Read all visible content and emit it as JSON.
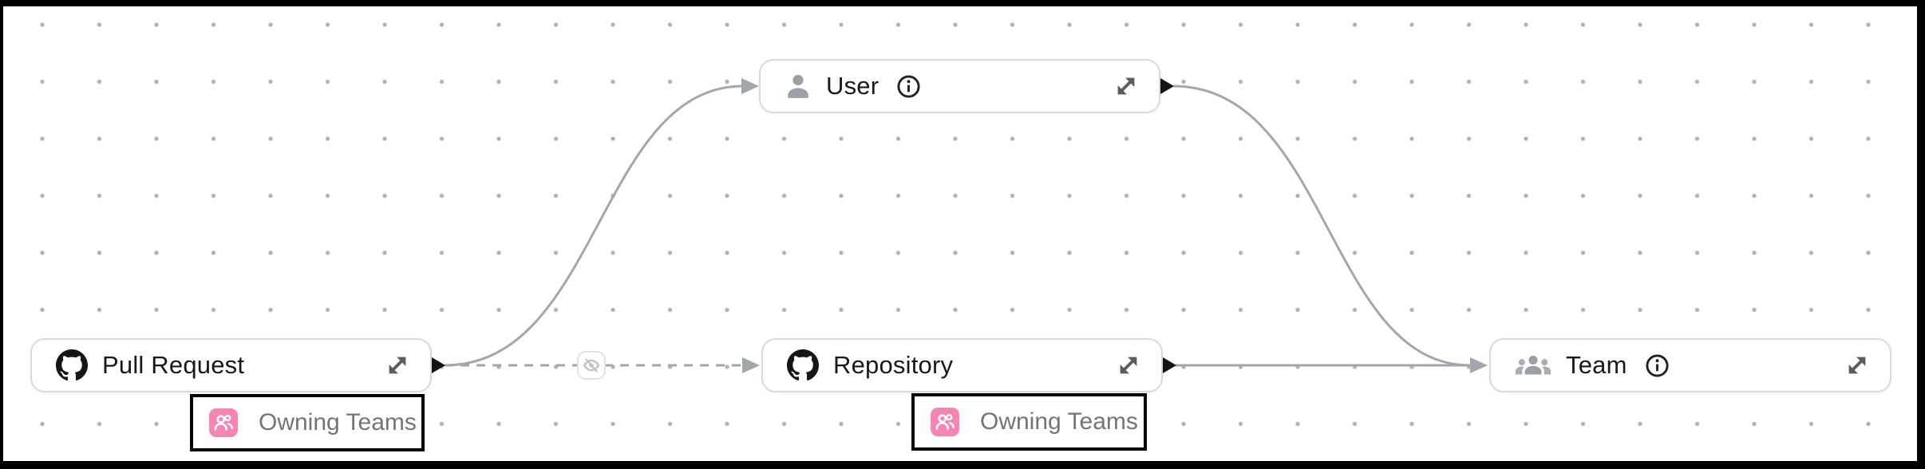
{
  "diagram": {
    "nodes": [
      {
        "id": "pull-request",
        "label": "Pull Request",
        "icon": "github-icon",
        "has_info": false,
        "has_expand": true
      },
      {
        "id": "user",
        "label": "User",
        "icon": "person-icon",
        "has_info": true,
        "has_expand": true
      },
      {
        "id": "repository",
        "label": "Repository",
        "icon": "github-icon",
        "has_info": false,
        "has_expand": true
      },
      {
        "id": "team",
        "label": "Team",
        "icon": "group-icon",
        "has_info": true,
        "has_expand": true
      }
    ],
    "edges": [
      {
        "from": "Pull Request",
        "to": "User",
        "style": "solid",
        "marker": "arrow"
      },
      {
        "from": "Pull Request",
        "to": "Repository",
        "style": "dashed",
        "marker": "arrow",
        "badge": "eye-off-icon"
      },
      {
        "from": "Repository",
        "to": "Team",
        "style": "solid",
        "marker": "arrow"
      },
      {
        "from": "User",
        "to": "Team",
        "style": "solid",
        "marker": "arrow"
      }
    ],
    "edge_labels": [
      {
        "text": "Owning Teams",
        "icon": "owning-teams-icon",
        "attached_under": "Pull Request"
      },
      {
        "text": "Owning Teams",
        "icon": "owning-teams-icon",
        "attached_under": "Repository"
      }
    ],
    "icons": {
      "github-icon": "GitHub octocat mark",
      "person-icon": "single user silhouette",
      "group-icon": "three-person team silhouette",
      "info-icon": "circled letter i",
      "expand-icon": "diagonal resize double arrow",
      "eye-off-icon": "hidden / visibility-off eye with slash",
      "owning-teams-icon": "two-person team glyph on pink tile"
    },
    "colors": {
      "edge": "#a3a6ad",
      "node_border": "#d9d9dc",
      "node_text": "#19191c",
      "label_border": "#050505",
      "label_text": "#747478",
      "pink_icon_bg": "#f585b3",
      "handle": "#141414",
      "grid_dot": "#b1b1b5",
      "frame": "#000000"
    }
  }
}
